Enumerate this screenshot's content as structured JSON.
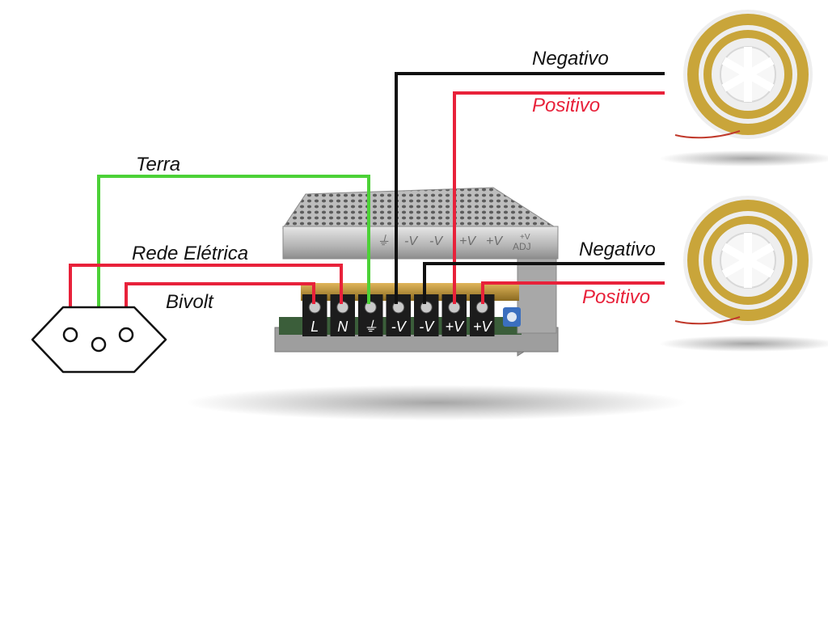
{
  "labels": {
    "terra": "Terra",
    "rede": "Rede Elétrica",
    "bivolt": "Bivolt",
    "negativo1": "Negativo",
    "positivo1": "Positivo",
    "negativo2": "Negativo",
    "positivo2": "Positivo"
  },
  "terminals": [
    "L",
    "N",
    "⏚",
    "-V",
    "-V",
    "+V",
    "+V"
  ],
  "panel_text": {
    "ground": "⏚",
    "minus_a": "-V",
    "minus_b": "-V",
    "plus_a": "+V",
    "plus_b": "+V",
    "adj_top": "+V",
    "adj": "ADJ"
  },
  "colors": {
    "ground_wire": "#4cd137",
    "phase_wire": "#e8213a",
    "negative_wire": "#111111",
    "positive_wire": "#e8213a",
    "label_text": "#111111",
    "positive_label": "#e8213a",
    "led_yellow": "#c9a53a"
  }
}
